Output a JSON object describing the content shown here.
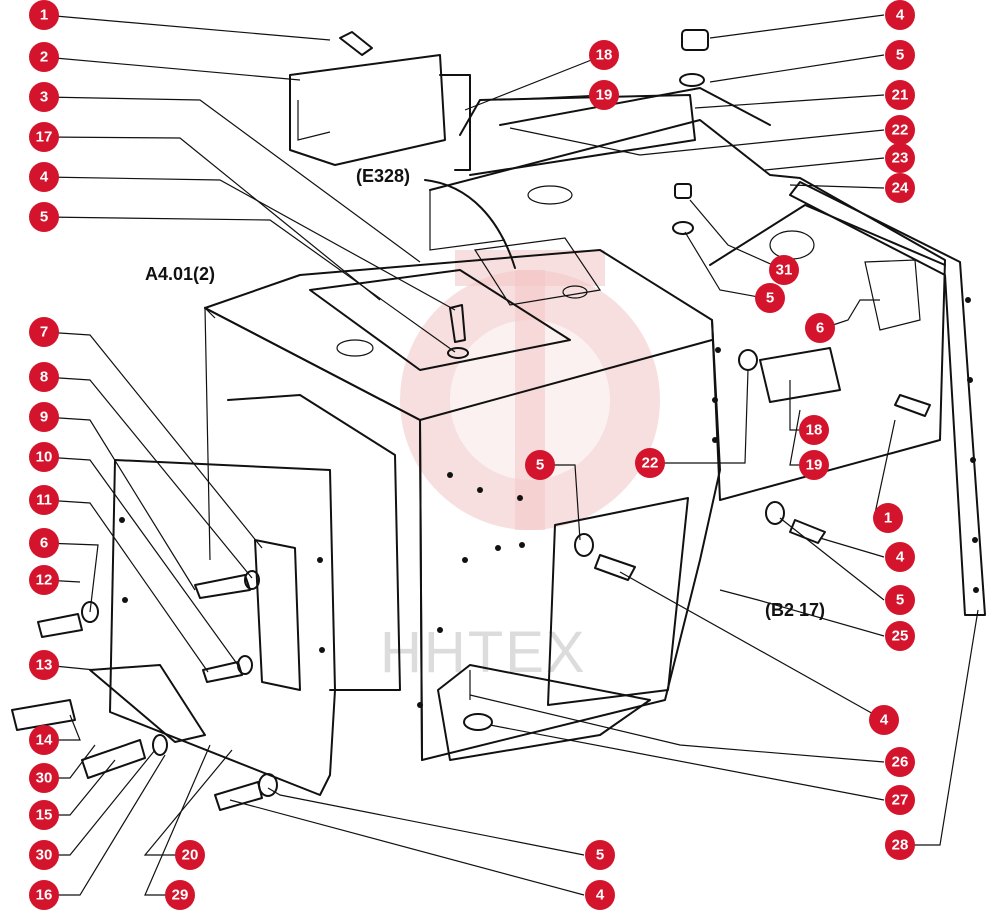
{
  "watermark": {
    "text": "HHTEX",
    "logo_color": "#f2c4c4"
  },
  "colors": {
    "callout": "#d4142c",
    "ink": "#111111"
  },
  "references": {
    "e328": "(E328)",
    "a401": "A4.01(2)",
    "b217": "(B2 17)"
  },
  "callouts": [
    {
      "label": "1"
    },
    {
      "label": "2"
    },
    {
      "label": "3"
    },
    {
      "label": "17"
    },
    {
      "label": "4"
    },
    {
      "label": "5"
    },
    {
      "label": "7"
    },
    {
      "label": "8"
    },
    {
      "label": "9"
    },
    {
      "label": "10"
    },
    {
      "label": "11"
    },
    {
      "label": "6"
    },
    {
      "label": "12"
    },
    {
      "label": "13"
    },
    {
      "label": "14"
    },
    {
      "label": "30"
    },
    {
      "label": "15"
    },
    {
      "label": "30"
    },
    {
      "label": "16"
    },
    {
      "label": "29"
    },
    {
      "label": "20"
    },
    {
      "label": "5"
    },
    {
      "label": "4"
    },
    {
      "label": "4"
    },
    {
      "label": "5"
    },
    {
      "label": "18"
    },
    {
      "label": "19"
    },
    {
      "label": "21"
    },
    {
      "label": "22"
    },
    {
      "label": "23"
    },
    {
      "label": "24"
    },
    {
      "label": "31"
    },
    {
      "label": "5"
    },
    {
      "label": "6"
    },
    {
      "label": "18"
    },
    {
      "label": "19"
    },
    {
      "label": "22"
    },
    {
      "label": "5"
    },
    {
      "label": "1"
    },
    {
      "label": "4"
    },
    {
      "label": "5"
    },
    {
      "label": "25"
    },
    {
      "label": "4"
    },
    {
      "label": "26"
    },
    {
      "label": "27"
    },
    {
      "label": "28"
    }
  ]
}
